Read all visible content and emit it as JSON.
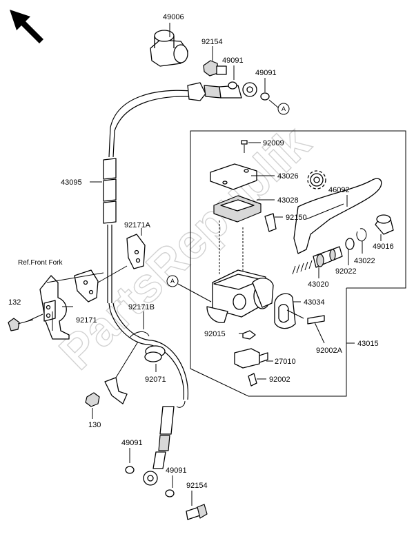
{
  "labels": {
    "l49006": "49006",
    "l92154_top": "92154",
    "l49091_a": "49091",
    "l49091_b": "49091",
    "l43095": "43095",
    "l92009": "92009",
    "l43026": "43026",
    "l46092": "46092",
    "l43028": "43028",
    "l92150": "92150",
    "l49016": "49016",
    "l43022_a": "43022",
    "l92022": "92022",
    "l43020": "43020",
    "l43034": "43034",
    "l92171A": "92171A",
    "l132": "132",
    "l92171": "92171",
    "l92171B": "92171B",
    "l92015": "92015",
    "l92002A": "92002A",
    "l43015": "43015",
    "l27010": "27010",
    "l92002": "92002",
    "l92071": "92071",
    "l130": "130",
    "l49091_c": "49091",
    "l49091_d": "49091",
    "l92154_bot": "92154"
  },
  "ref_front_fork": "Ref.Front Fork",
  "callout_A": "A",
  "watermark": "PartsRepublik",
  "colors": {
    "line": "#000000",
    "watermark": "#d2d2d2",
    "shade": "#d8d8d8"
  },
  "icons": [
    "direction-arrow-icon",
    "gear-icon"
  ]
}
